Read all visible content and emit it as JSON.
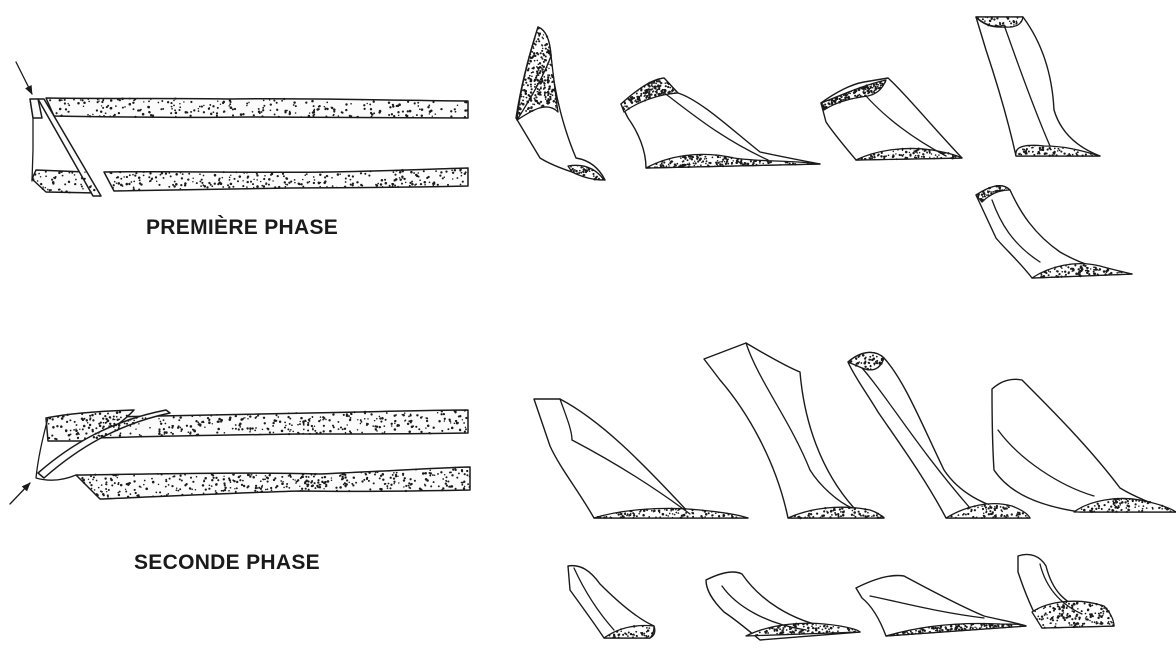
{
  "phases": [
    {
      "id": "premiere",
      "label": "PREMIÈRE PHASE"
    },
    {
      "id": "seconde",
      "label": "SECONDE PHASE"
    }
  ],
  "colors": {
    "ink": "#1a1a1a",
    "paper": "#ffffff"
  }
}
